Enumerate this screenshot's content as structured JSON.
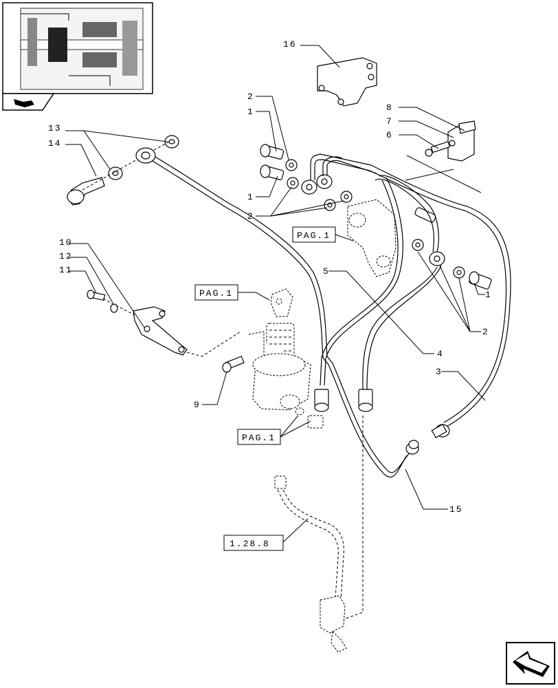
{
  "diagram": {
    "part_labels": {
      "p1a": "1",
      "p1b": "1",
      "p1c": "1",
      "p2a": "2",
      "p2b": "2",
      "p2c": "2",
      "p3": "3",
      "p4": "4",
      "p5": "5",
      "p6": "6",
      "p7": "7",
      "p8": "8",
      "p9": "9",
      "p10": "10",
      "p11": "11",
      "p12": "12",
      "p13": "13",
      "p14": "14",
      "p15": "15",
      "p16": "16"
    },
    "refs": {
      "pag1_top": "PAG.1",
      "pag1_mid": "PAG.1",
      "pag1_bottom": "PAG.1",
      "ref_1288": "1.28.8"
    }
  },
  "icons": {
    "thumbnail": "transmission-overview-thumbnail",
    "nav_small": "page-nav-icon",
    "nav_big": "next-page-arrow-icon"
  }
}
